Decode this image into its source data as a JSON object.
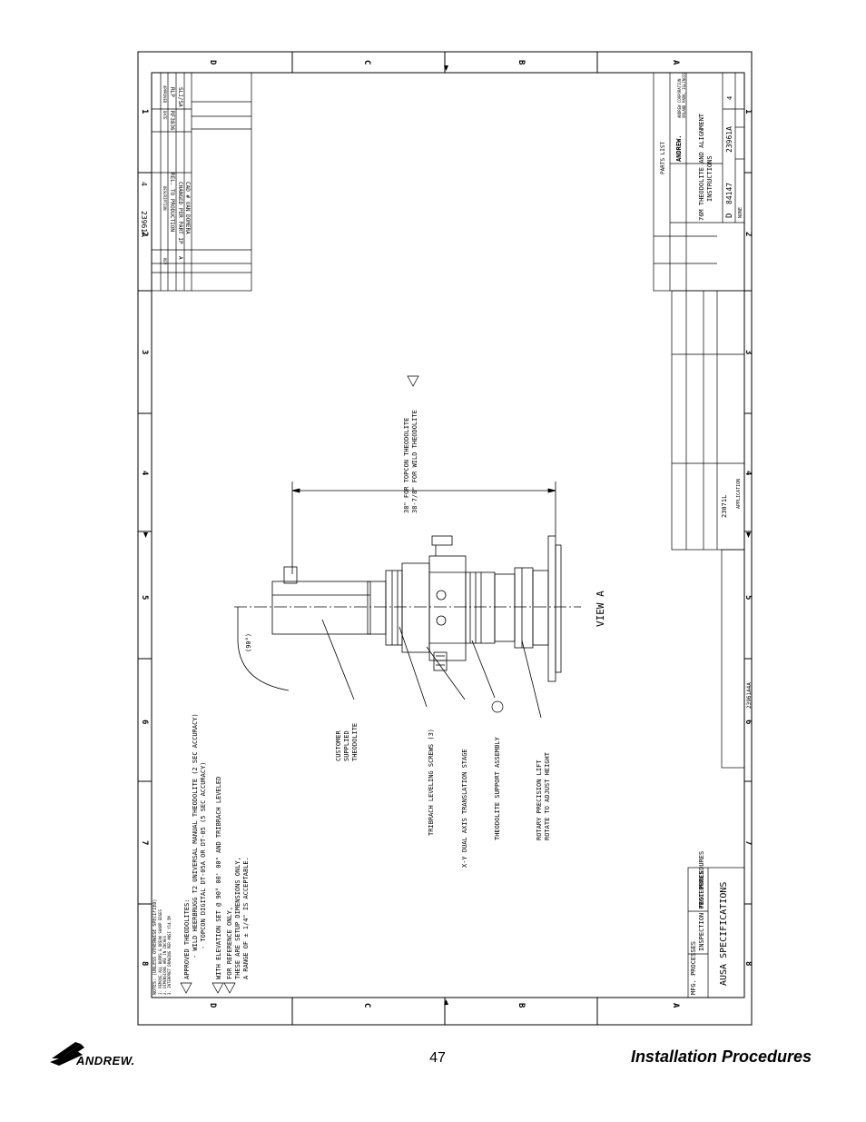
{
  "page": {
    "number": "47",
    "section_title": "Installation Procedures",
    "logo_text": "ANDREW."
  },
  "drawing": {
    "view_label": "VIEW A",
    "notes_header": "NOTES: (UNLESS OTHERWISE SPECIFIED)",
    "notes_small": [
      "1. REMOVE ALL BURRS & BREAK SHARP EDGES",
      "2. DIMENSIONS ARE IN INCHES",
      "3. INTERPRET DRAWING PER ANSI Y14.5M"
    ],
    "note1_title": "APPROVED THEODOLITES:",
    "note1_lines": [
      "- WILD HEERBRUGG T2 UNIVERSAL MANUAL THEODOLITE (2 SEC ACCURACY)",
      "- TOPCON DIGITAL DT-05A OR DT-05 (5 SEC ACCURACY)"
    ],
    "note2_line": "WITH ELEVATION SET @ 90° 00' 00\" AND TRIBRACH LEVELED",
    "note3_lines": [
      "FOR REFERENCE ONLY,",
      "THESE ARE SETUP DIMENSIONS ONLY,",
      "A RANGE OF ± 1/4\" IS ACCEPTABLE."
    ],
    "dim_line1": "38\" FOR TOPCON THEODOLITE",
    "dim_line2": "38-7/8\" FOR WILD THEODOLITE",
    "angle_label": "(90°)",
    "callouts": [
      "CUSTOMER",
      "SUPPLIED",
      "THEODOLITE",
      "TRIBRACH LEVELING SCREWS (3)",
      "X-Y DUAL AXIS TRANSLATION STAGE",
      "THEODOLITE SUPPORT ASSEMBLY",
      "ROTARY PRECISION LIFT",
      "ROTATE TO ADJUST HEIGHT"
    ],
    "zone_numbers": [
      "8",
      "7",
      "6",
      "5",
      "4",
      "3",
      "2",
      "1"
    ],
    "zone_letters": [
      "D",
      "C",
      "B",
      "A"
    ],
    "revision": {
      "header_rev": "REV",
      "header_desc": "DESCRIPTION",
      "header_date": "DATE",
      "header_appr": "APPROVED",
      "rev_desc1": "REL. TO PRODUCTION",
      "rev_desc2": "CHANGED PER PART IP",
      "rev_desc3": "CAD # VAN DOMERA",
      "rev_letter": "A",
      "appr1": "RLP",
      "appr2": "SLJ/SA",
      "eco": "RF3836",
      "doc_no": "23961A",
      "doc_rev": "4"
    },
    "title_block": {
      "company": "ANDREW CORPORATION",
      "company_addr": "ORLAND PARK, ILLINOIS",
      "title1": "76M THEODOLITE AND ALIGNMENT",
      "title2": "INSTRUCTIONS",
      "parts_list": "PARTS LIST",
      "size": "D",
      "drawing_no": "84147",
      "dwg_no": "23961A",
      "sheet": "4",
      "scale": "NONE"
    },
    "spec_block": {
      "col1": "MFG. PROCESSES",
      "col2": "INSPECTION PROCEDURES",
      "col3": "TEST PROCEDURES",
      "spec_title": "AUSA SPECIFICATIONS"
    },
    "application": {
      "next_assy": "23071L",
      "used_on": "APPLICATION",
      "sap_file": "23961A4A"
    }
  }
}
